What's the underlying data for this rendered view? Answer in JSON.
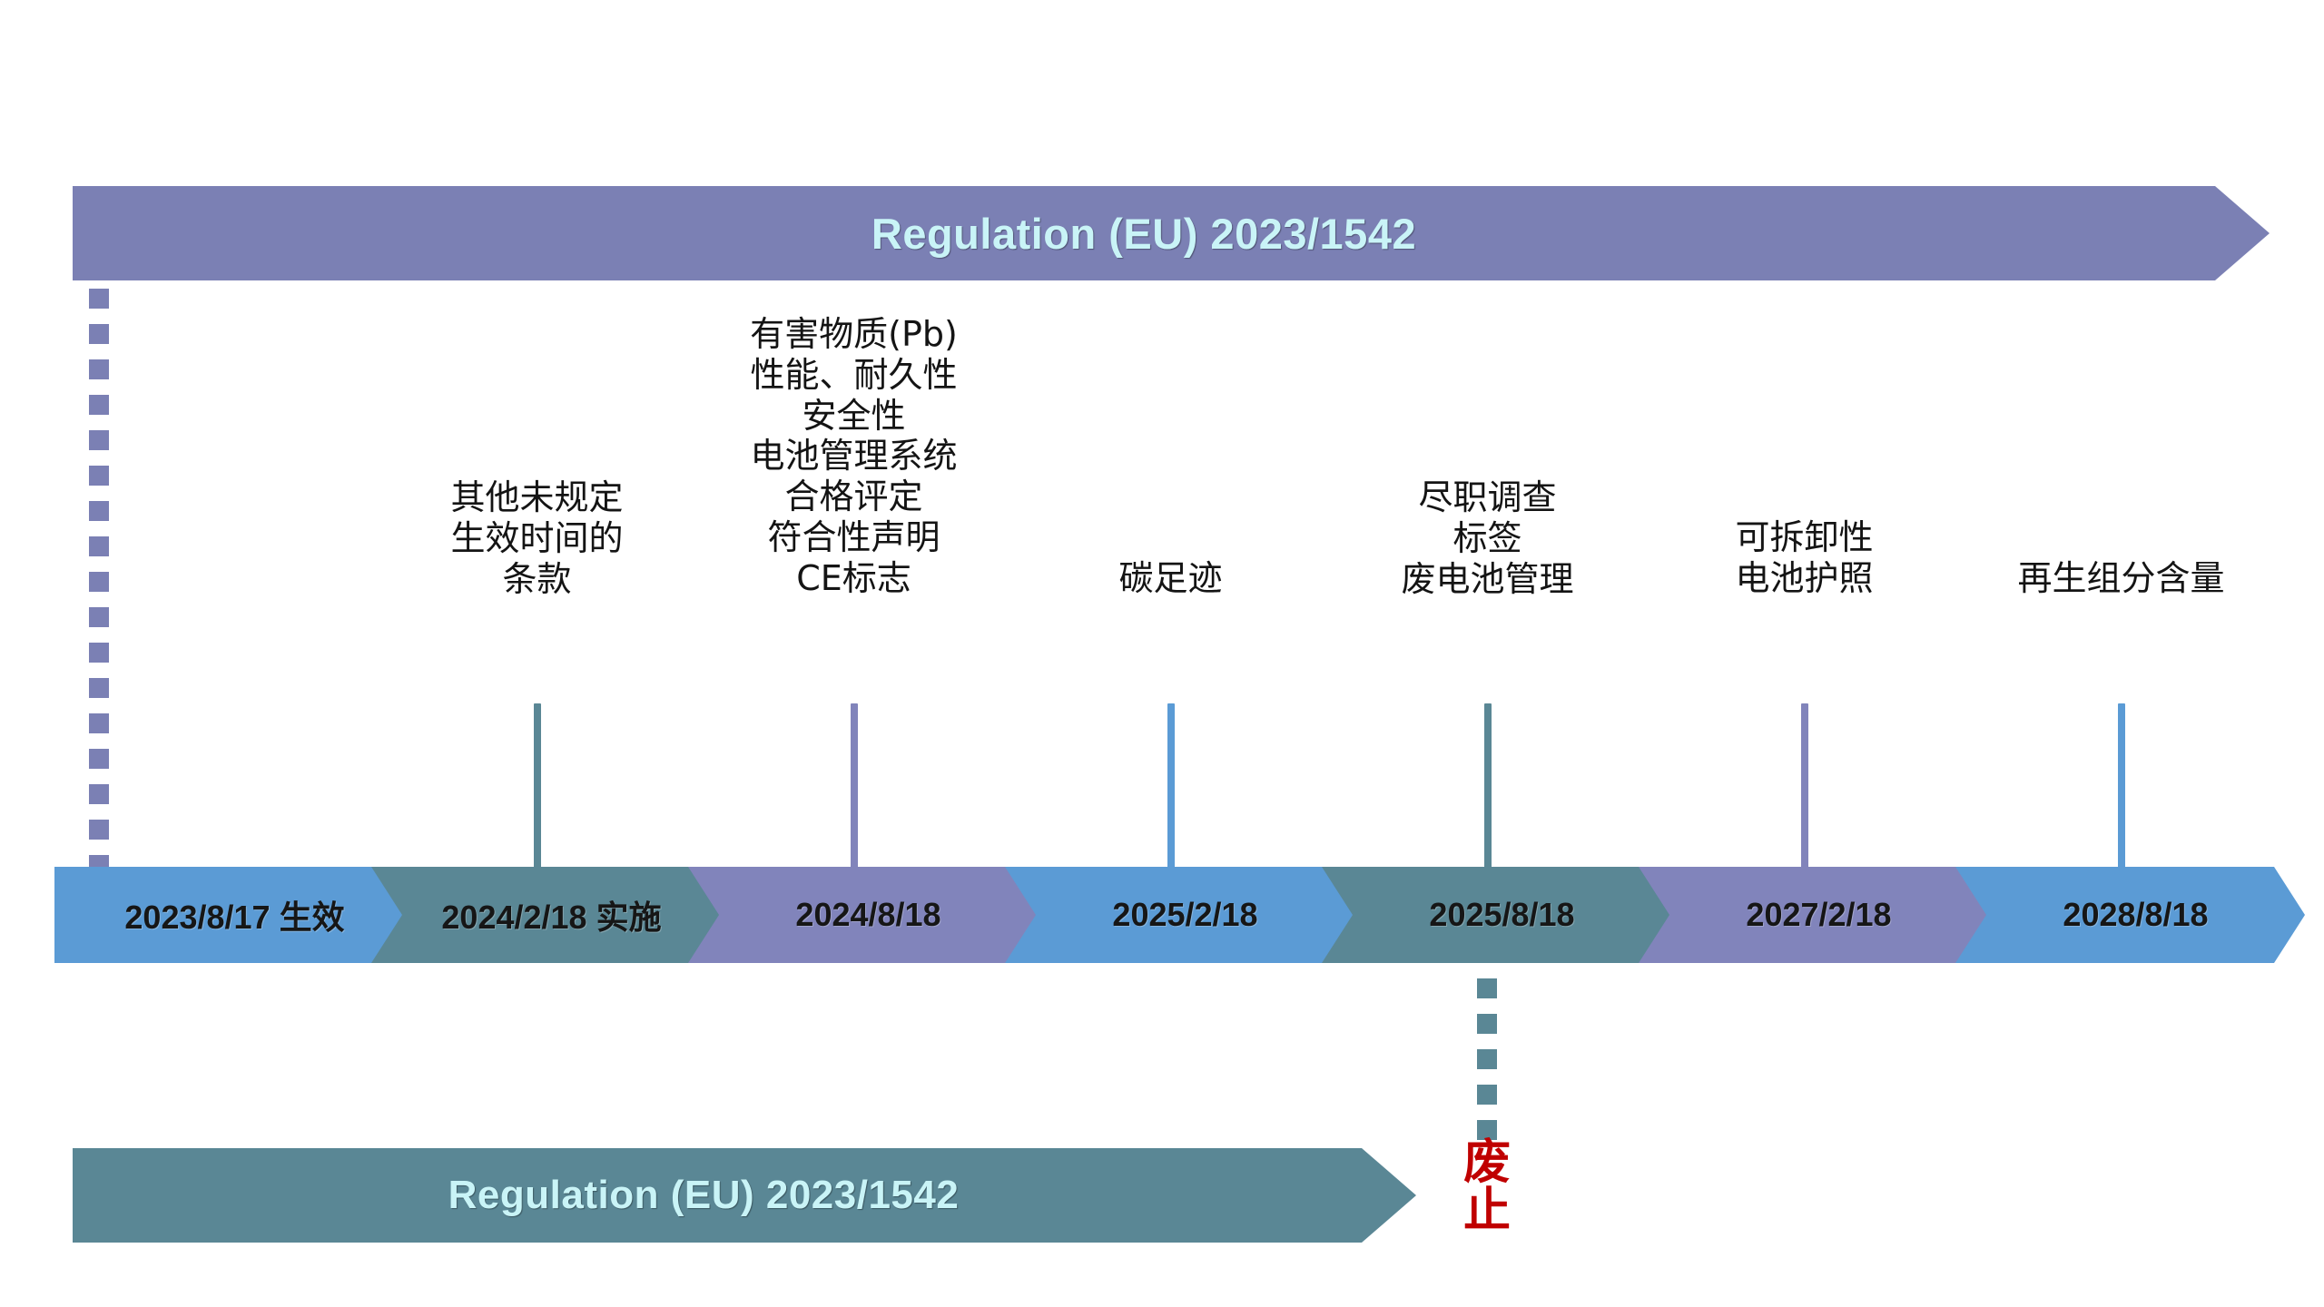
{
  "colors": {
    "purple": "#7b80b4",
    "teal": "#5a8795",
    "blue": "#5b9bd5",
    "banner_text": "#c9f4f7",
    "abolish_red": "#c00000",
    "background": "#ffffff"
  },
  "banner_top": {
    "label": "Regulation (EU) 2023/1542",
    "color": "#7b80b4"
  },
  "banner_bottom": {
    "label": "Regulation (EU) 2023/1542",
    "color": "#5a8795"
  },
  "abolish": {
    "char1": "废",
    "char2": "止",
    "color": "#c00000"
  },
  "milestones": [
    {
      "date": "2023/8/17 生效",
      "color": "#5b9bd5",
      "label": "",
      "has_stem": false
    },
    {
      "date": "2024/2/18 实施",
      "color": "#5a8795",
      "label": "其他未规定\n生效时间的\n条款",
      "has_stem": true
    },
    {
      "date": "2024/8/18",
      "color": "#8184bb",
      "label": "有害物质(Pb)\n性能、耐久性\n安全性\n电池管理系统\n合格评定\n符合性声明\nCE标志",
      "has_stem": true
    },
    {
      "date": "2025/2/18",
      "color": "#5b9bd5",
      "label": "碳足迹",
      "has_stem": true
    },
    {
      "date": "2025/8/18",
      "color": "#5a8795",
      "label": "尽职调查\n标签\n废电池管理",
      "has_stem": true
    },
    {
      "date": "2027/2/18",
      "color": "#8184bb",
      "label": "可拆卸性\n电池护照",
      "has_stem": true
    },
    {
      "date": "2028/8/18",
      "color": "#5b9bd5",
      "label": "再生组分含量",
      "has_stem": true
    }
  ]
}
